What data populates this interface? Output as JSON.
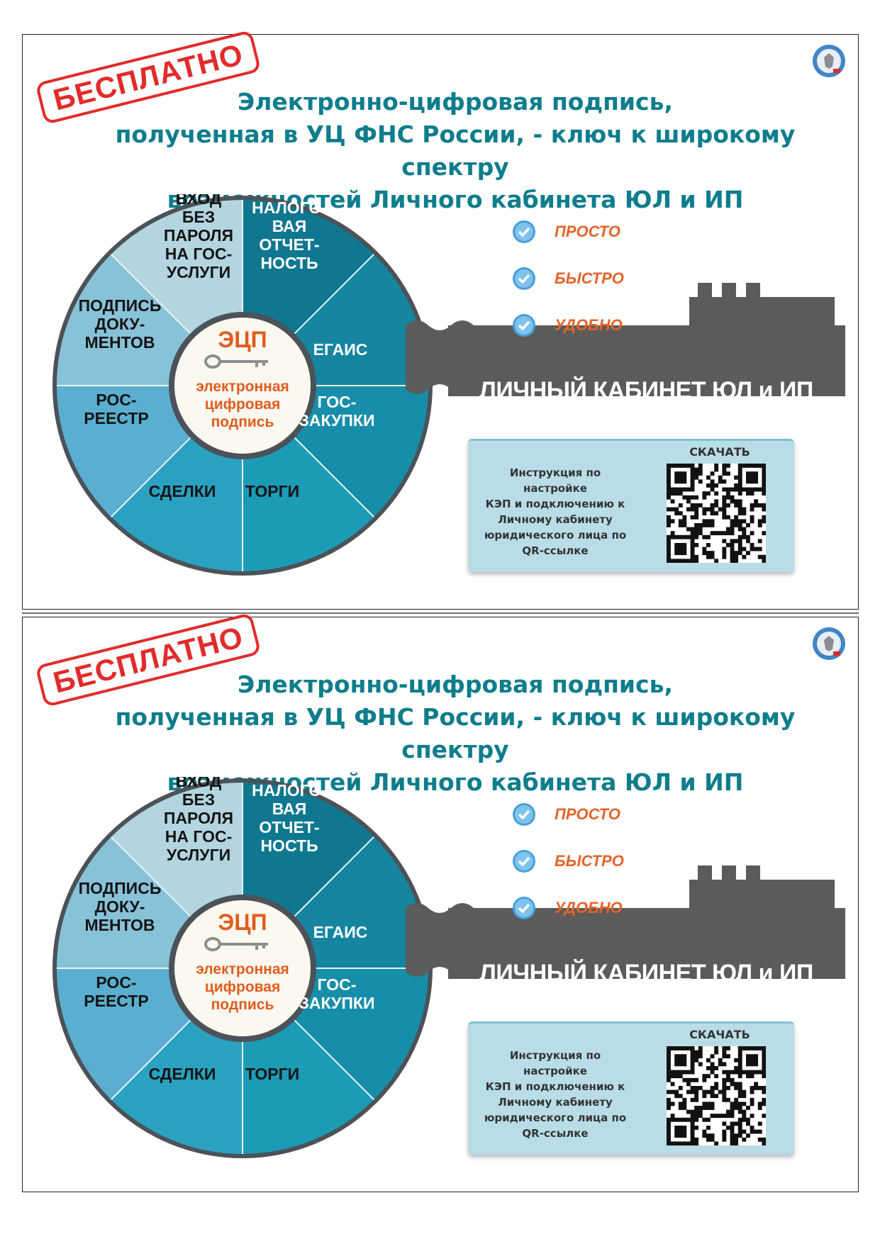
{
  "stamp": "БЕСПЛАТНО",
  "title": {
    "line1": "Электронно-цифровая подпись,",
    "line2": "полученная в УЦ ФНС России, - ключ к широкому спектру",
    "line3": "возможностей Личного кабинета ЮЛ и ИП"
  },
  "wheel": {
    "segments": [
      {
        "lines": [
          "ВХОД",
          "БЕЗ",
          "ПАРОЛЯ",
          "НА ГОС-",
          "УСЛУГИ"
        ]
      },
      {
        "lines": [
          "НАЛОГО-",
          "ВАЯ",
          "ОТЧЕТ-",
          "НОСТЬ"
        ]
      },
      {
        "lines": [
          "ЕГАИС"
        ]
      },
      {
        "lines": [
          "ГОС-",
          "ЗАКУПКИ"
        ]
      },
      {
        "lines": [
          "ТОРГИ"
        ]
      },
      {
        "lines": [
          "СДЕЛКИ"
        ]
      },
      {
        "lines": [
          "РОС-",
          "РЕЕСТР"
        ]
      },
      {
        "lines": [
          "ПОДПИСЬ",
          "ДОКУ-",
          "МЕНТОВ"
        ]
      }
    ],
    "center": {
      "abbr": "ЭЦП",
      "line1": "электронная",
      "line2": "цифровая",
      "line3": "подпись"
    }
  },
  "checks": [
    "ПРОСТО",
    "БЫСТРО",
    "УДОБНО"
  ],
  "key_label": "ЛИЧНЫЙ КАБИНЕТ ЮЛ и ИП",
  "info": {
    "download": "СКАЧАТЬ",
    "line1": "Инструкция по настройке",
    "line2": "КЭП и подключению к",
    "line3": "Личному кабинету",
    "line4": "юридического лица по",
    "line5": "QR-ссылке"
  },
  "colors": {
    "title": "#0e7d8c",
    "stamp": "#e22b2b",
    "check_text": "#e4632a",
    "key": "#5b5b5b"
  }
}
